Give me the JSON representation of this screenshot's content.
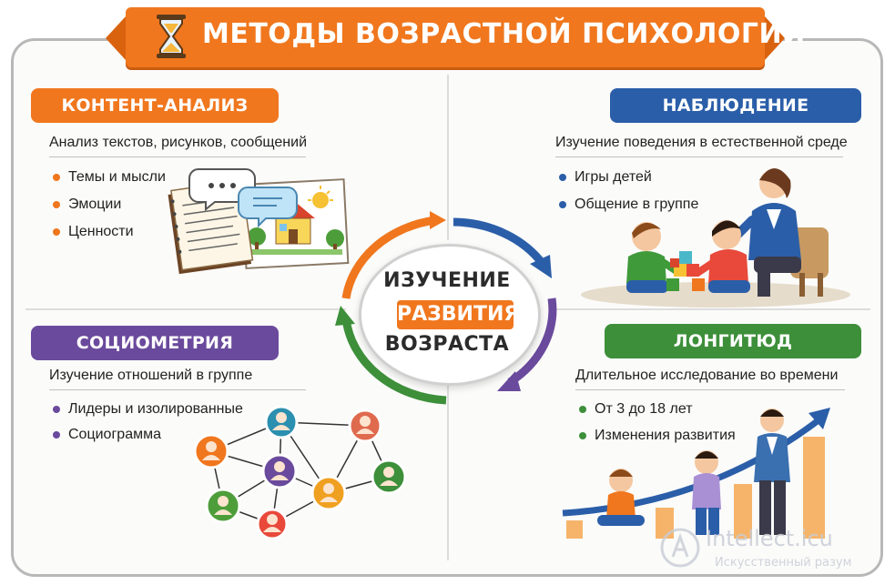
{
  "title": "МЕТОДЫ ВОЗРАСТНОЙ ПСИХОЛОГИИ",
  "center": {
    "line1": "ИЗУЧЕНИЕ",
    "line2": "РАЗВИТИЯ",
    "line3": "ВОЗРАСТА"
  },
  "colors": {
    "orange": "#f0771e",
    "blue": "#2b5ea8",
    "purple": "#6a4a9c",
    "green": "#3d8f3a"
  },
  "content_analysis": {
    "label": "КОНТЕНТ-АНАЛИЗ",
    "subtitle": "Анализ текстов, рисунков, сообщений",
    "items": [
      "Темы и мысли",
      "Эмоции",
      "Ценности"
    ]
  },
  "observation": {
    "label": "НАБЛЮДЕНИЕ",
    "subtitle": "Изучение поведения в естественной среде",
    "items": [
      "Игры детей",
      "Общение в группе"
    ]
  },
  "sociometry": {
    "label": "СОЦИОМЕТРИЯ",
    "subtitle": "Изучение отношений в группе",
    "items": [
      "Лидеры и изолированные",
      "Социограмма"
    ]
  },
  "longitude": {
    "label": "ЛОНГИТЮД",
    "subtitle": "Длительное исследование во времени",
    "items": [
      "От 3 до 18 лет",
      "Изменения развития"
    ]
  },
  "watermark": {
    "line1": "Intellect.icu",
    "line2": "Искусственный разум"
  }
}
